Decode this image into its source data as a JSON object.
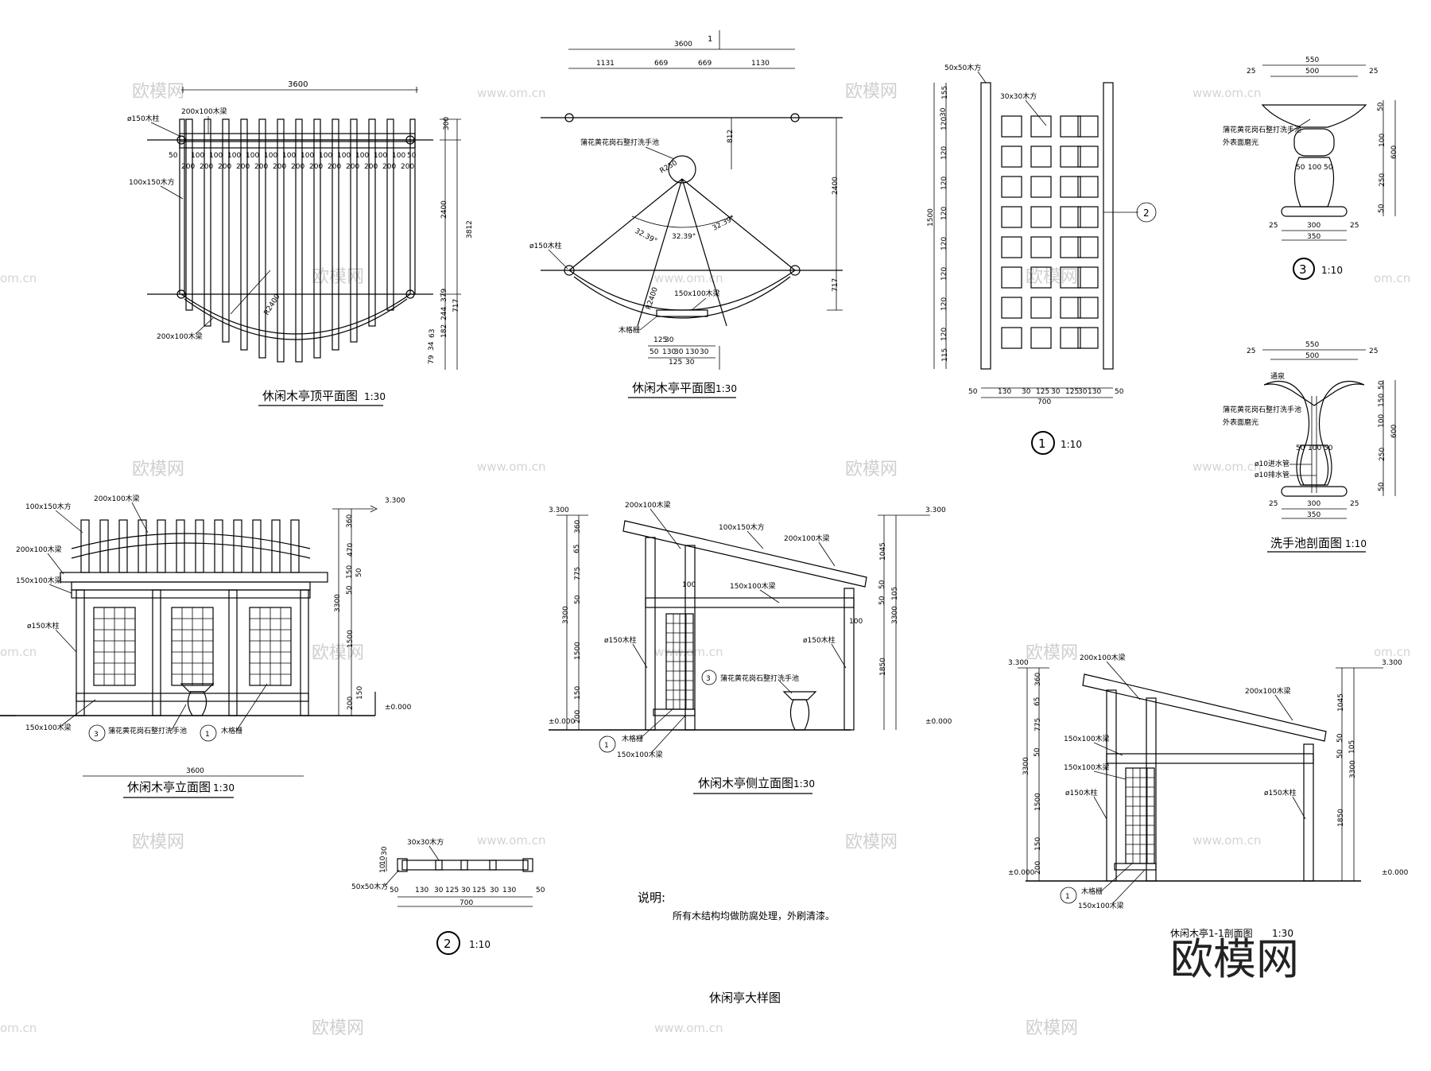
{
  "sheet_title": "休闲亭大样图",
  "views": {
    "roof_plan": {
      "title": "休闲木亭顶平面图",
      "scale": "1:30",
      "labels": {
        "col": "ø150木柱",
        "beam": "200x100木梁",
        "sq": "100x150木方",
        "beam2": "200x100木梁",
        "r": "R2400"
      },
      "dims": {
        "w": "3600",
        "h1": "300",
        "h2": "2400",
        "h3": "3812",
        "h4": "379",
        "h5": "244",
        "h6": "717",
        "h7": "63",
        "h8": "182",
        "h9": "34",
        "h10": "79",
        "e": "50",
        "g": "200",
        "b": "100"
      }
    },
    "plan": {
      "title": "休闲木亭平面图",
      "scale": "1:30",
      "sec": "1",
      "labels": {
        "basin": "蒲花黄花岗石整打洗手池",
        "col": "ø150木柱",
        "beam": "150x100木梁",
        "grid": "木格栅",
        "r1": "R250",
        "r2": "R2400"
      },
      "dims": {
        "w": "3600",
        "a": "1131",
        "b": "669",
        "c": "669",
        "d": "1130",
        "e": "812",
        "f": "2400",
        "g": "717",
        "ang1": "32.39°",
        "ang2": "32.39°",
        "ang3": "32.39°",
        "p1": "125",
        "p2": "30",
        "p3": "50",
        "p4": "130",
        "p5": "30",
        "p6": "130",
        "p7": "30",
        "p8": "125",
        "p9": "30"
      }
    },
    "lattice": {
      "label": "1:10",
      "num": "1",
      "labels": {
        "frame": "50x50木方",
        "bar": "30x30木方",
        "ref": "2"
      },
      "dims": {
        "h": "1500",
        "top": "155",
        "v": "30",
        "c": "120",
        "bot": "115",
        "w": "700",
        "e": "50",
        "a": "130",
        "b": "30",
        "m": "125"
      }
    },
    "basin_elev": {
      "label": "1:10",
      "num": "3",
      "labels": {
        "note1": "蒲花黄花岗石整打洗手池",
        "note2": "外表面磨光"
      },
      "dims": {
        "w1": "550",
        "w2": "500",
        "e": "25",
        "h": "600",
        "a": "50",
        "b": "100",
        "c": "250",
        "d": "50",
        "n1": "50",
        "n2": "100",
        "n3": "50",
        "b1": "300",
        "b2": "350"
      }
    },
    "basin_sec": {
      "title": "洗手池剖面图",
      "scale": "1:10",
      "labels": {
        "drain": "通泉",
        "note1": "蒲花黄花岗石整打洗手池",
        "note2": "外表面磨光",
        "pipe1": "ø10进水管",
        "pipe2": "ø10排水管"
      },
      "dims": {
        "w1": "550",
        "w2": "500",
        "e": "25",
        "h": "600",
        "a": "50",
        "b": "150",
        "c": "100",
        "d": "250",
        "f": "50",
        "n1": "50",
        "n2": "100",
        "n3": "50",
        "b1": "300",
        "b2": "350"
      }
    },
    "front": {
      "title": "休闲木亭立面图",
      "scale": "1:30",
      "labels": {
        "sq": "100x150木方",
        "beam1": "200x100木梁",
        "beam2": "200x100木梁",
        "beam3": "150x100木梁",
        "col": "ø150木柱",
        "beam4": "150x100木梁",
        "basin": "蒲花黄花岗石整打洗手池",
        "grid": "木格栅",
        "n3": "3",
        "n1": "1"
      },
      "dims": {
        "lvl": "3.300",
        "gl": "±0.000",
        "w": "3600",
        "h": "3300",
        "a": "360",
        "b": "470",
        "c": "150",
        "d": "50",
        "e": "50",
        "f": "1500",
        "g": "150",
        "k": "200"
      }
    },
    "side": {
      "title": "休闲木亭侧立面图",
      "scale": "1:30",
      "labels": {
        "beam1": "200x100木梁",
        "sq": "100x150木方",
        "beam2": "200x100木梁",
        "beam3": "150x100木梁",
        "col1": "ø150木柱",
        "col2": "ø150木柱",
        "basin": "蒲花黄花岗石整打洗手池",
        "grid": "木格栅",
        "beam4": "150x100木梁",
        "n3": "3",
        "n1": "1"
      },
      "dims": {
        "lvl": "3.300",
        "lvl2": "3.300",
        "gl": "±0.000",
        "gl2": "±0.000",
        "h": "3300",
        "h2": "3300",
        "a": "360",
        "b": "65",
        "c": "775",
        "d": "50",
        "f": "1500",
        "g": "150",
        "k": "200",
        "r1": "1045",
        "r2": "50",
        "r3": "105",
        "r4": "50",
        "r5": "1850",
        "p": "100",
        "q": "100"
      }
    },
    "section": {
      "title": "休闲木亭1-1剖面图",
      "scale": "1:30",
      "labels": {
        "beam1": "200x100木梁",
        "beam2": "150x100木梁",
        "col1": "ø150木柱",
        "col2": "ø150木柱",
        "grid": "木格栅",
        "beam3": "150x100木梁",
        "n1": "1"
      },
      "dims": {
        "lvl": "3.300",
        "lvl2": "3.300",
        "gl": "±0.000",
        "gl2": "±0.000",
        "h": "3300",
        "h2": "3300",
        "a": "360",
        "b": "65",
        "c": "775",
        "d": "50",
        "f": "1500",
        "g": "150",
        "k": "200",
        "r1": "1045",
        "r2": "50",
        "r3": "105",
        "r4": "50",
        "r5": "1850"
      }
    },
    "rail": {
      "label": "1:10",
      "num": "2",
      "labels": {
        "bar": "30x30木方",
        "frame": "50x50木方"
      },
      "dims": {
        "v1": "10",
        "v2": "30",
        "v3": "10",
        "w": "700",
        "e": "50",
        "a": "130",
        "b": "30",
        "c": "125",
        "d": "30",
        "f": "30",
        "g": "130",
        "h": "50",
        "m": "125"
      }
    }
  },
  "notes": {
    "heading": "说明:",
    "body": "所有木结构均做防腐处理，外刷清漆。"
  },
  "watermarks": {
    "cn": "欧模网",
    "url": "www.om.cn",
    "url2": "om.cn",
    "logo": "欧模网"
  }
}
